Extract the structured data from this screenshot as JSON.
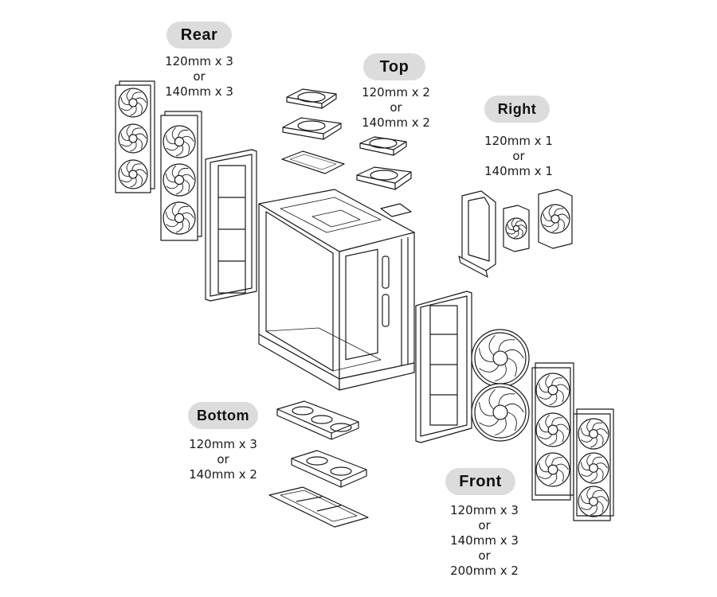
{
  "sections": {
    "rear": {
      "label": "Rear",
      "lines": [
        "120mm x 3",
        "or",
        "140mm x 3"
      ]
    },
    "top": {
      "label": "Top",
      "lines": [
        "120mm x 2",
        "or",
        "140mm x 2"
      ]
    },
    "right": {
      "label": "Right",
      "lines": [
        "120mm x 1",
        "or",
        "140mm x 1"
      ]
    },
    "bottom": {
      "label": "Bottom",
      "lines": [
        "120mm x 3",
        "or",
        "140mm x 2"
      ]
    },
    "front": {
      "label": "Front",
      "lines": [
        "120mm x 3",
        "or",
        "140mm x 3",
        "or",
        "200mm x 2"
      ]
    }
  },
  "colors": {
    "label_bg": "#dcdcdc",
    "line": "#1a1a1a",
    "background": "#ffffff"
  }
}
